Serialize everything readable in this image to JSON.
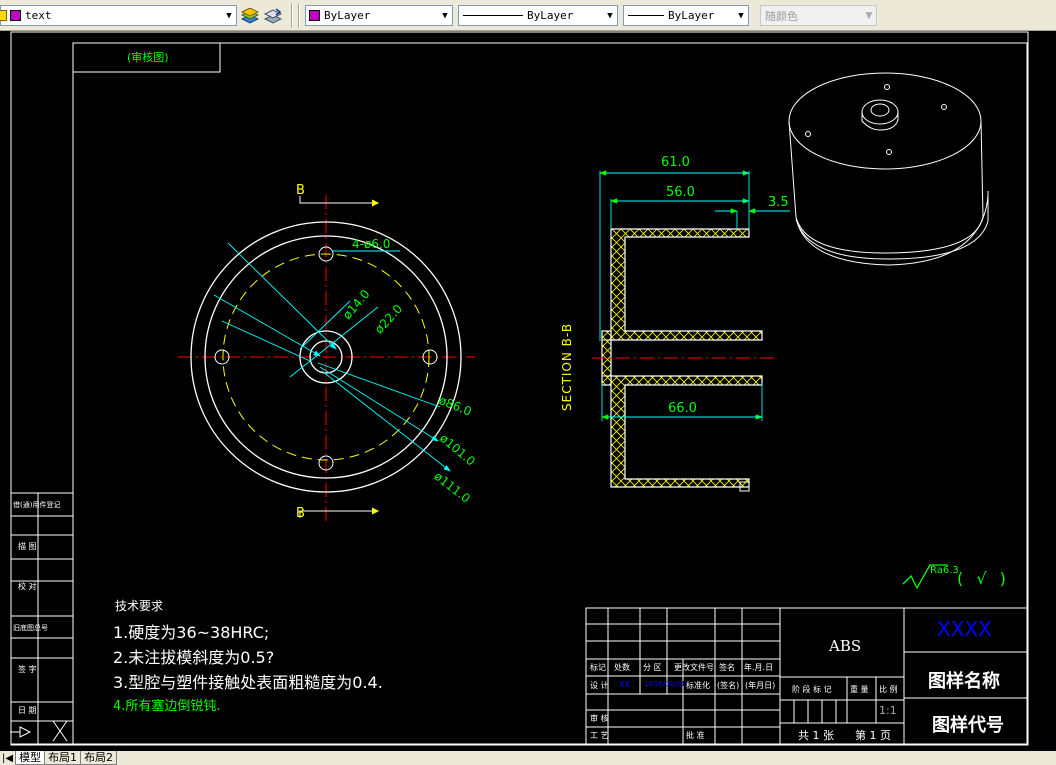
{
  "toolbar": {
    "layer_name": "text",
    "color": "ByLayer",
    "linetype": "ByLayer",
    "lineweight": "ByLayer",
    "plot_style": "随颜色"
  },
  "drawing": {
    "top_left_note": "(审核图)",
    "section_label": "SECTION B-B",
    "cut_mark": "B",
    "dimensions": {
      "d_61": "61.0",
      "d_56": "56.0",
      "d_3_5": "3.5",
      "d_66": "66.0",
      "holes": "4-ø6.0",
      "d14": "ø14.0",
      "d22": "ø22.0",
      "d86": "ø86.0",
      "d101": "ø101.0",
      "d111": "ø111.0"
    },
    "roughness": "Ra6.3",
    "roughness_bracket": "( √ )",
    "tech_req_title": "技术要求",
    "tech_req": [
      "1.硬度为36~38HRC;",
      "2.未注拔模斜度为0.5?",
      "3.型腔与塑件接触处表面粗糙度为0.4.",
      "4.所有塞边倒锐钝."
    ]
  },
  "side_table": [
    "借(通)用件登记",
    "描 图",
    "校 对",
    "旧底图总号",
    "签 字",
    "日 期"
  ],
  "title_block": {
    "material": "ABS",
    "company": "XXXX",
    "drawing_name": "图样名称",
    "drawing_code": "图样代号",
    "scale": "1:1",
    "headers": [
      "标记",
      "处数",
      "分 区",
      "更改文件号",
      "签名",
      "年.月.日"
    ],
    "row_design": [
      "设 计",
      "XX",
      "2016/01/01",
      "标准化",
      "(签名)",
      "(年月日)"
    ],
    "row_review": "审 核",
    "row_process": "工 艺",
    "approve": "批 准",
    "stage_headers": [
      "阶 段 标 记",
      "重 量",
      "比 例"
    ],
    "sheets_total": "共 1 张",
    "sheet_no": "第 1 页"
  },
  "tabs": [
    "模型",
    "布局1",
    "布局2"
  ],
  "colors": {
    "dimension": "#00ff00",
    "leader": "#00ffff",
    "center": "#ff0000",
    "hatch": "#ffff00",
    "outline": "#ffffff",
    "company": "#0000ff"
  }
}
